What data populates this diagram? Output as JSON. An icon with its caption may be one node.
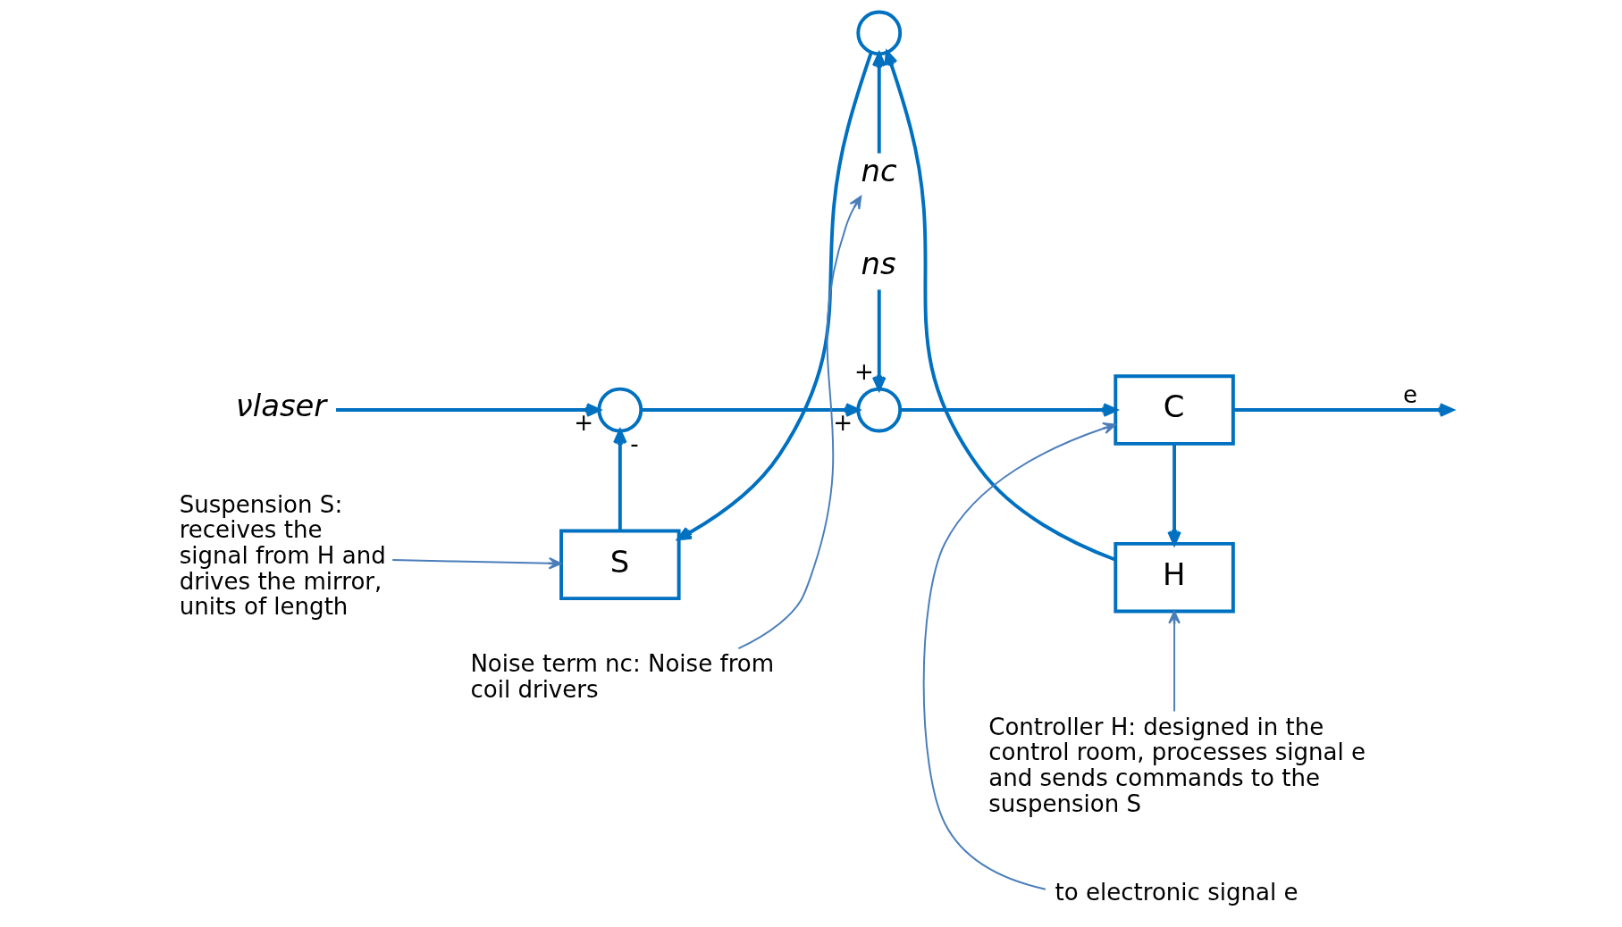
{
  "diagram": {
    "nodes": [
      {
        "text": [
          "νlaser"
        ]
      },
      {
        "text": [],
        "shape": "circle"
      },
      {
        "text": [
          "ns"
        ]
      },
      {
        "text": [],
        "shape": "circle"
      },
      {
        "text": [
          "C"
        ]
      },
      {
        "text": [
          "H"
        ]
      },
      {
        "text": [],
        "shape": "circle"
      },
      {
        "text": [
          "nc"
        ]
      },
      {
        "text": [
          "S"
        ]
      },
      {
        "text": [
          "to electronic signal e"
        ]
      },
      {
        "text": [
          "Suspension S: receives the signal from H and drives the mirror, units of length"
        ]
      },
      {
        "text": [
          "Noise term nc: Noise from coil drivers"
        ]
      },
      {
        "text": [
          "Controller H: designed in the control room, processes signal e and sends commands to the suspension S"
        ]
      }
    ],
    "edges": [
      {
        "from": 0,
        "to": 1,
        "arrow": "to",
        "label": "+"
      },
      {
        "from": 1,
        "to": 3,
        "arrow": "to",
        "label": "+"
      },
      {
        "from": 2,
        "to": 3,
        "arrow": "to",
        "label": "+"
      },
      {
        "from": 3,
        "to": 4,
        "arrow": "to"
      },
      {
        "from": 4,
        "to": null,
        "arrow": "to",
        "label": "e"
      },
      {
        "from": 4,
        "to": 5,
        "arrow": "to"
      },
      {
        "from": 5,
        "to": 6,
        "arrow": "to"
      },
      {
        "from": 7,
        "to": 6,
        "arrow": "to"
      },
      {
        "from": 6,
        "to": 8,
        "arrow": "to"
      },
      {
        "from": 8,
        "to": 1,
        "arrow": "to",
        "label": "-"
      },
      {
        "from": 9,
        "to": 4,
        "arrow": "to",
        "color": "#4a7ebb"
      },
      {
        "from": 10,
        "to": 8,
        "arrow": "to",
        "color": "#4a7ebb"
      },
      {
        "from": 11,
        "to": 7,
        "arrow": "to",
        "color": "#4a7ebb"
      },
      {
        "from": 12,
        "to": 5,
        "arrow": "to",
        "color": "#4a7ebb"
      }
    ]
  }
}
